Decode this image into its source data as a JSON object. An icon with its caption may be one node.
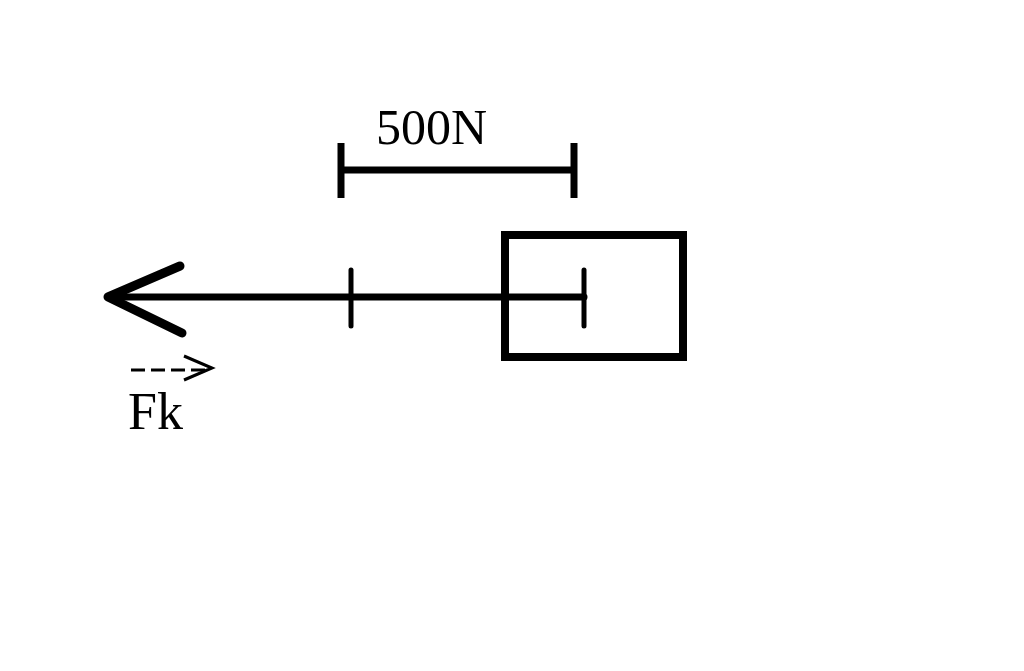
{
  "diagram": {
    "nodes": [
      {
        "text": [],
        "shape": "box"
      }
    ],
    "labels": [
      "500N",
      "Fk"
    ]
  }
}
